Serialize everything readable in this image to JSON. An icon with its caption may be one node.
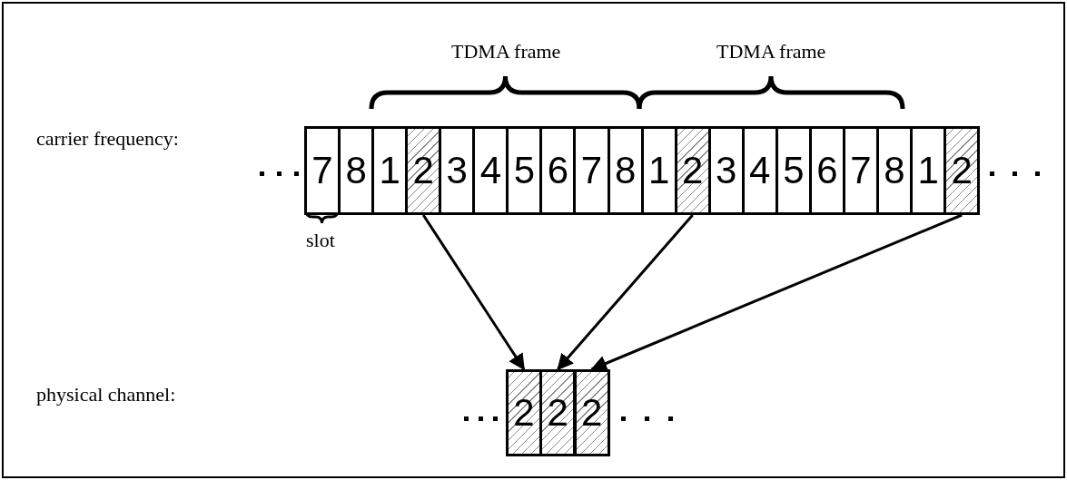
{
  "diagram": {
    "nodes": [
      {
        "text": [
          "7"
        ]
      },
      {
        "text": [
          "8"
        ]
      },
      {
        "text": [
          "1"
        ]
      },
      {
        "text": [
          "2"
        ]
      },
      {
        "text": [
          "3"
        ]
      },
      {
        "text": [
          "4"
        ]
      },
      {
        "text": [
          "5"
        ]
      },
      {
        "text": [
          "6"
        ]
      },
      {
        "text": [
          "7"
        ]
      },
      {
        "text": [
          "8"
        ]
      },
      {
        "text": [
          "1"
        ]
      },
      {
        "text": [
          "2"
        ]
      },
      {
        "text": [
          "3"
        ]
      },
      {
        "text": [
          "4"
        ]
      },
      {
        "text": [
          "5"
        ]
      },
      {
        "text": [
          "6"
        ]
      },
      {
        "text": [
          "7"
        ]
      },
      {
        "text": [
          "8"
        ]
      },
      {
        "text": [
          "1"
        ]
      },
      {
        "text": [
          "2"
        ]
      },
      {
        "text": [
          "2"
        ]
      },
      {
        "text": [
          "2"
        ]
      },
      {
        "text": [
          "2"
        ]
      }
    ],
    "edges": [
      {
        "from": 3,
        "to": 20,
        "arrow": "to"
      },
      {
        "from": 11,
        "to": 21,
        "arrow": "to"
      },
      {
        "from": 19,
        "to": 22,
        "arrow": "to"
      }
    ],
    "labels": [
      "TDMA frame",
      "TDMA frame",
      "carrier frequency:",
      "slot",
      "physical channel:"
    ]
  }
}
